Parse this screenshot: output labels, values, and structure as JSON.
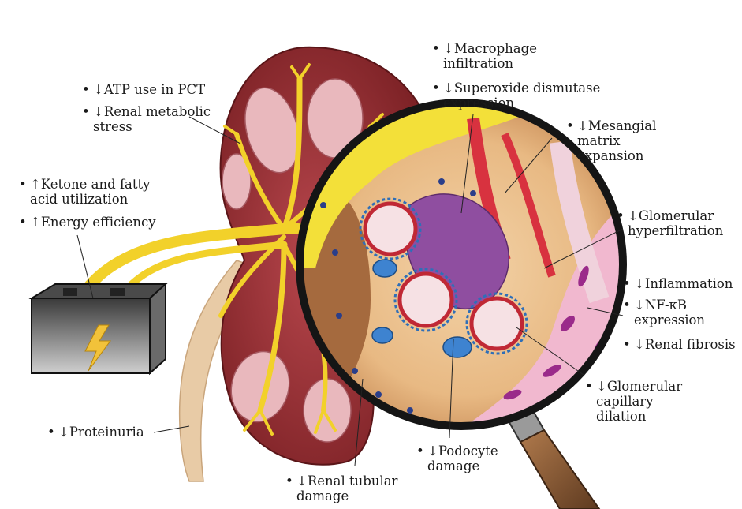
{
  "labels": {
    "atp": "↓ATP use in PCT",
    "metabolic_1": "↓Renal metabolic",
    "metabolic_2": "stress",
    "ketone_1": "↑Ketone and fatty",
    "ketone_2": "acid utilization",
    "energy": "↑Energy efficiency",
    "macrophage_1": "↓Macrophage",
    "macrophage_2": "infiltration",
    "sod_1": "↓Superoxide dismutase",
    "sod_2": "expression",
    "mesangial_1": "↓Mesangial",
    "mesangial_2": "matrix",
    "mesangial_3": "expansion",
    "hyper_1": "↓Glomerular",
    "hyper_2": "hyperfiltration",
    "inflammation": "↓Inflammation",
    "nfkb_1": "↓NF-κB",
    "nfkb_2": "expression",
    "fibrosis": "↓Renal fibrosis",
    "capillary_1": "↓Glomerular",
    "capillary_2": "capillary",
    "capillary_3": "dilation",
    "podocyte_1": "↓Podocyte",
    "podocyte_2": "damage",
    "tubular_1": "↓Renal tubular",
    "tubular_2": "damage",
    "proteinuria": "↓Proteinuria"
  },
  "bullet": "•",
  "colors": {
    "kidney_cortex": "#8e2b2f",
    "kidney_medulla": "#c97a82",
    "vessels": "#f2d12a",
    "magnifier_rim": "#151515",
    "magnifier_handle": "#8a5a36",
    "battery": "#2b2b2b",
    "lightning": "#f2c23a",
    "ureter": "#e7c9a2"
  },
  "icons": {
    "battery": "battery-icon",
    "lightning": "lightning-bolt-icon",
    "magnifier": "magnifying-glass-icon"
  }
}
